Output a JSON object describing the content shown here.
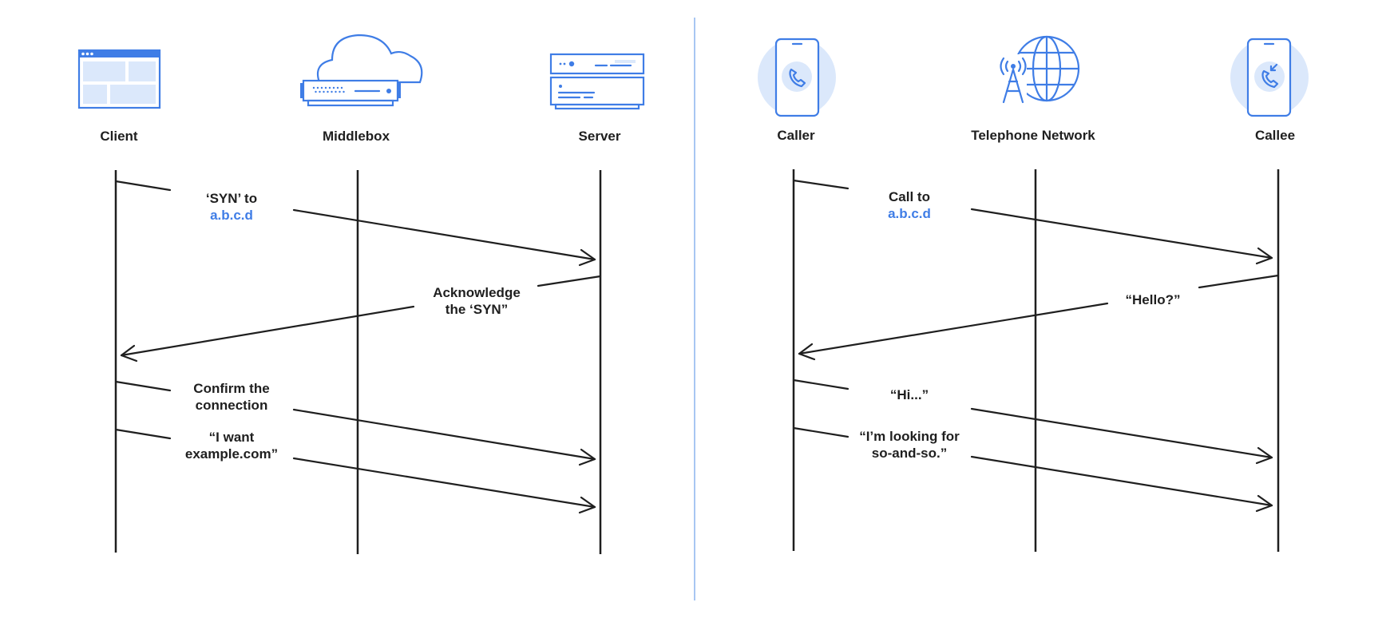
{
  "colors": {
    "ink": "#1f1f1f",
    "accent": "#3f7de6",
    "accent_light": "#dbe8fb",
    "divider": "#a8c6f2"
  },
  "left_panel": {
    "participants": [
      {
        "label": "Client",
        "icon": "browser-window-icon"
      },
      {
        "label": "Middlebox",
        "icon": "cloud-router-icon"
      },
      {
        "label": "Server",
        "icon": "server-rack-icon"
      }
    ],
    "messages": [
      {
        "lines": [
          "‘SYN’ to"
        ],
        "address": "a.b.c.d",
        "from": "Client",
        "to": "Server"
      },
      {
        "lines": [
          "Acknowledge",
          "the ‘SYN”"
        ],
        "from": "Server",
        "to": "Client"
      },
      {
        "lines": [
          "Confirm the",
          "connection"
        ],
        "from": "Client",
        "to": "Server"
      },
      {
        "lines": [
          "“I want",
          "example.com”"
        ],
        "from": "Client",
        "to": "Server"
      }
    ]
  },
  "right_panel": {
    "participants": [
      {
        "label": "Caller",
        "icon": "phone-call-icon"
      },
      {
        "label": "Telephone Network",
        "icon": "cell-tower-globe-icon"
      },
      {
        "label": "Callee",
        "icon": "phone-incoming-icon"
      }
    ],
    "messages": [
      {
        "lines": [
          "Call to"
        ],
        "address": "a.b.c.d",
        "from": "Caller",
        "to": "Callee"
      },
      {
        "lines": [
          "“Hello?”"
        ],
        "from": "Callee",
        "to": "Caller"
      },
      {
        "lines": [
          "“Hi...”"
        ],
        "from": "Caller",
        "to": "Callee"
      },
      {
        "lines": [
          "“I’m looking for",
          "so-and-so.”"
        ],
        "from": "Caller",
        "to": "Callee"
      }
    ]
  }
}
